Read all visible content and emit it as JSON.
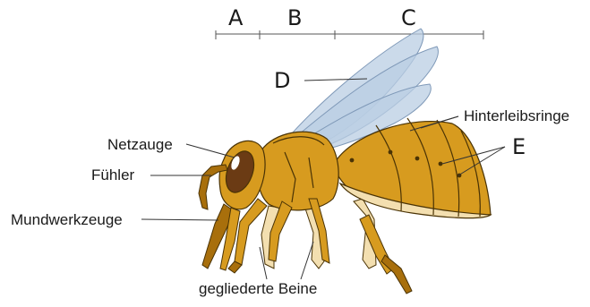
{
  "segment_letters": {
    "a": "A",
    "b": "B",
    "c": "C"
  },
  "wing_letter": "D",
  "rings_letter": "E",
  "labels": {
    "compound_eye": "Netzauge",
    "antenna": "Fühler",
    "mouthparts": "Mundwerkzeuge",
    "abdomen_rings": "Hinterleibsringe",
    "legs": "gegliederte Beine"
  },
  "colors": {
    "body": "#d79b1f",
    "body_dark": "#a86f0c",
    "outline": "#4a3305",
    "eye": "#6b3b14",
    "wing": "#b9cde3",
    "cream": "#f3dfb0",
    "leader": "#333333"
  }
}
